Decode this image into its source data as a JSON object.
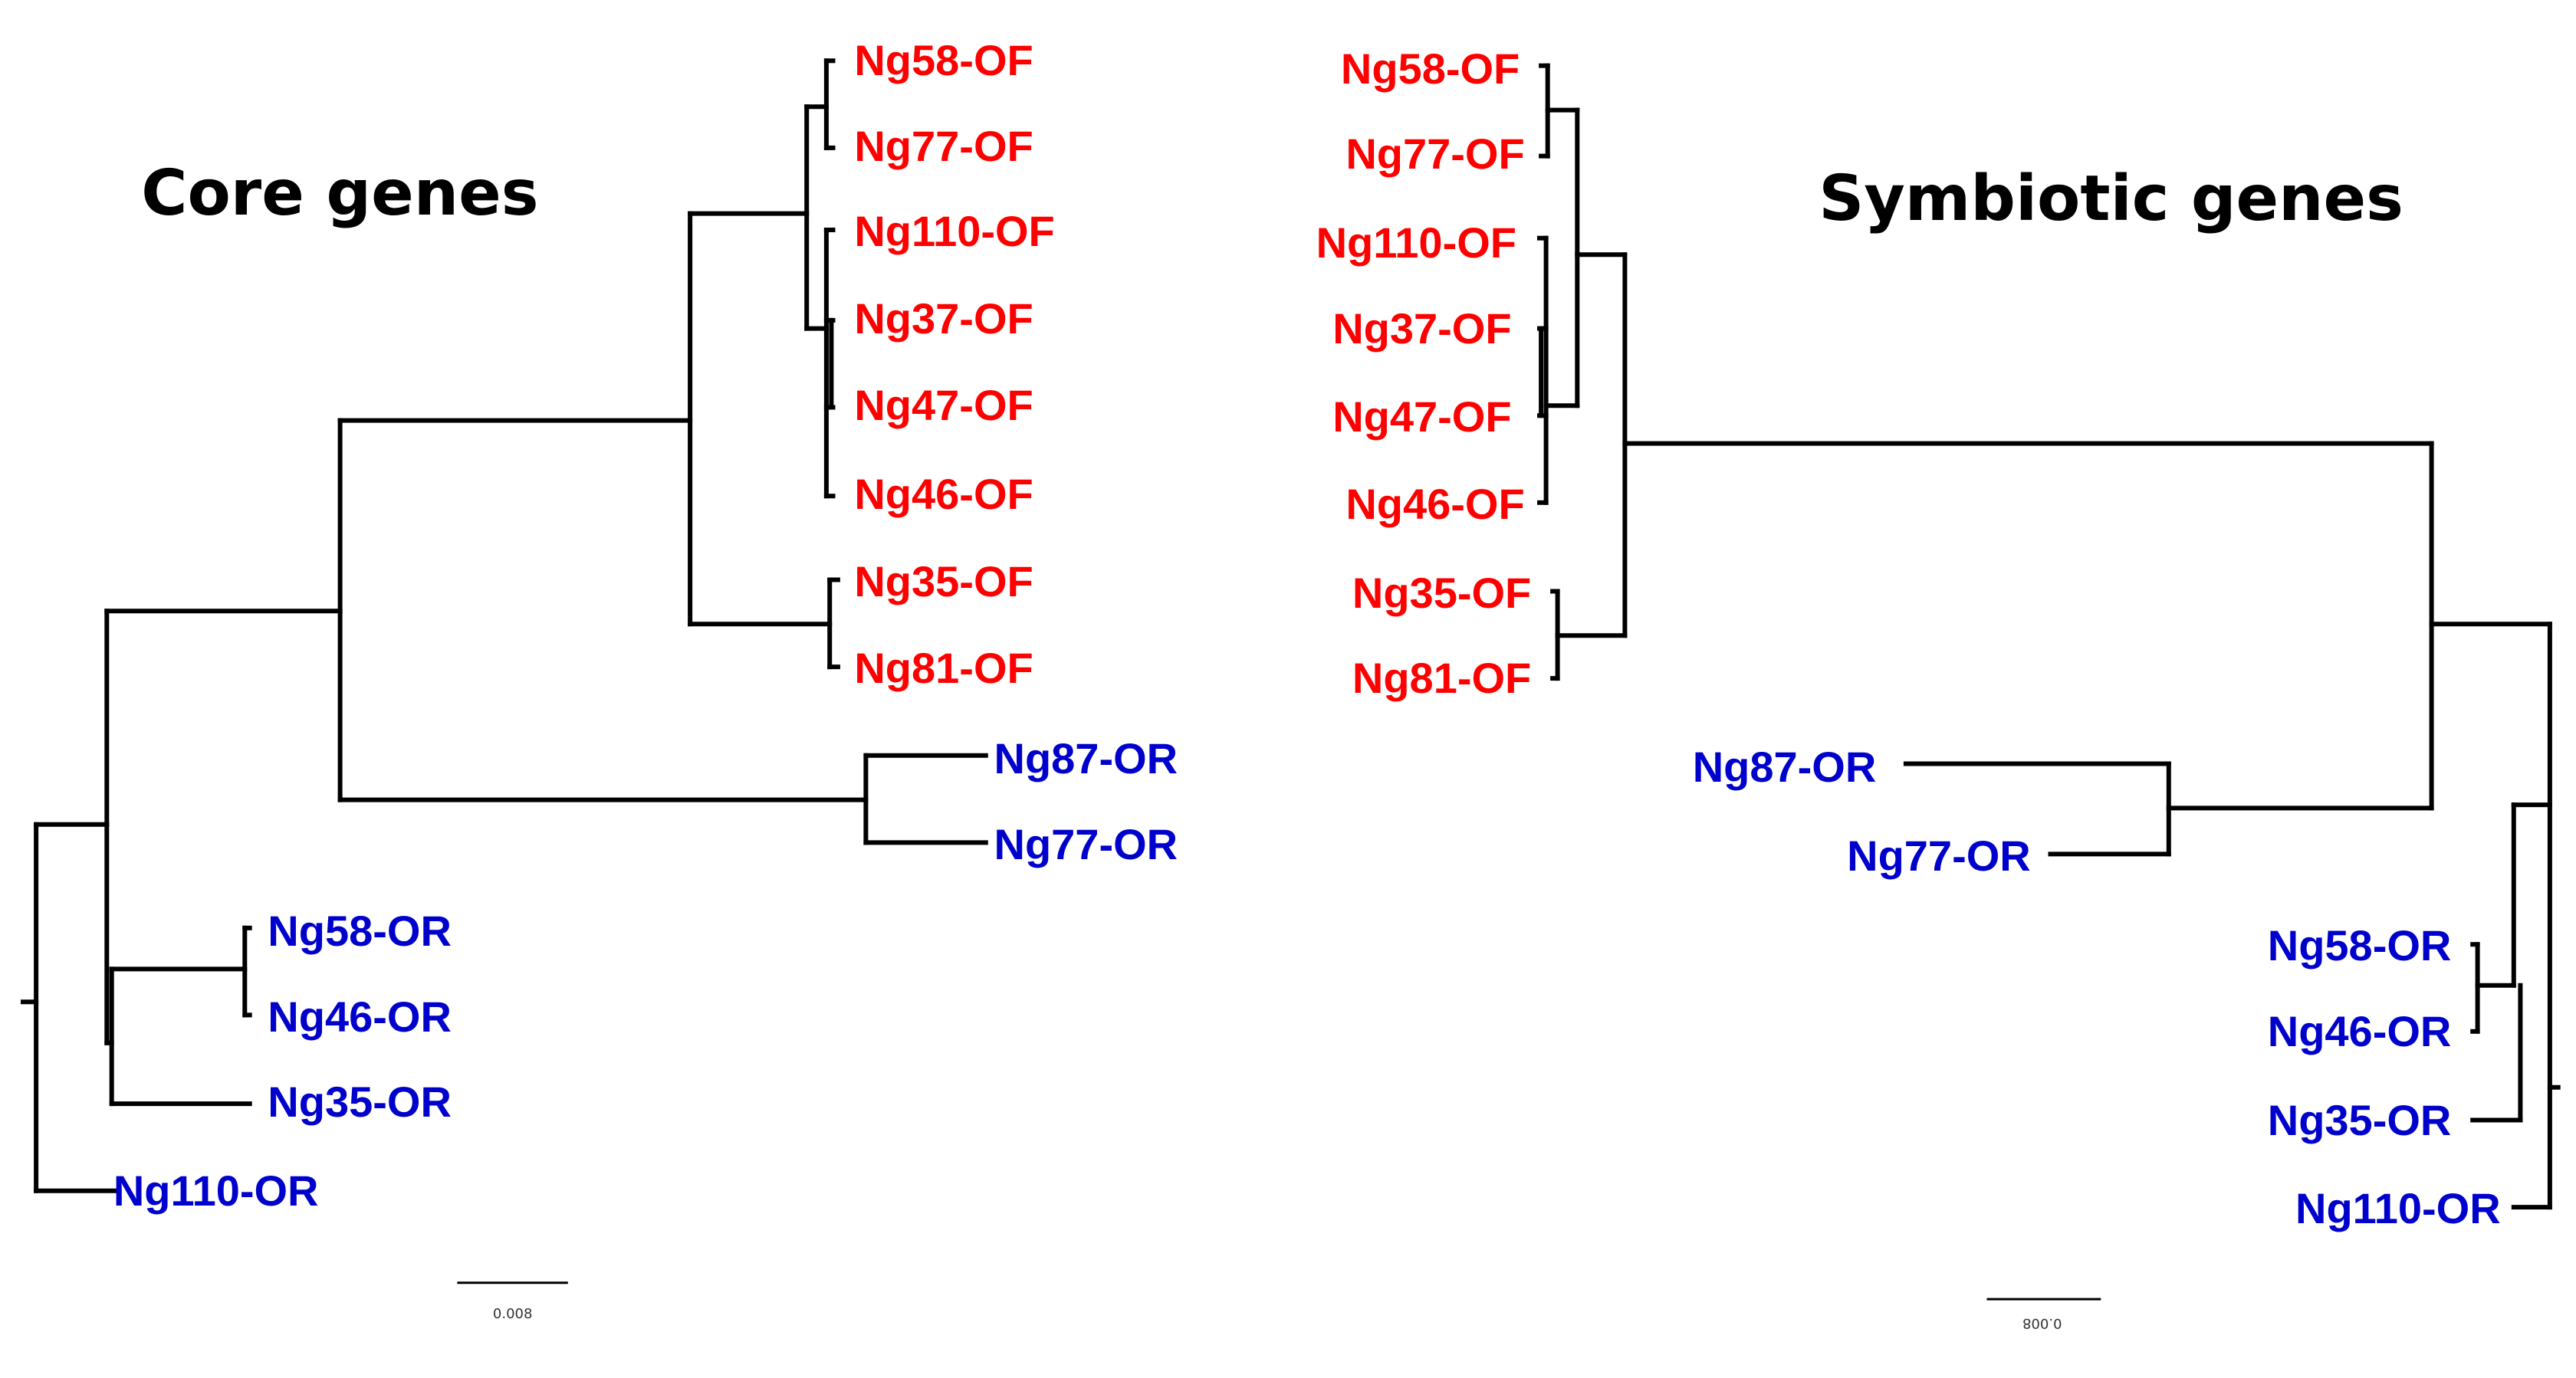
{
  "colors": {
    "OF": "#ff0000",
    "OR": "#0000cc",
    "branch": "#000000"
  },
  "trees": {
    "core": {
      "title": "Core genes",
      "scale_label": "0.008",
      "leaves": [
        {
          "id": "c-ng58-of",
          "label": "Ng58-OF",
          "group": "OF"
        },
        {
          "id": "c-ng77-of",
          "label": "Ng77-OF",
          "group": "OF"
        },
        {
          "id": "c-ng110-of",
          "label": "Ng110-OF",
          "group": "OF"
        },
        {
          "id": "c-ng37-of",
          "label": "Ng37-OF",
          "group": "OF"
        },
        {
          "id": "c-ng47-of",
          "label": "Ng47-OF",
          "group": "OF"
        },
        {
          "id": "c-ng46-of",
          "label": "Ng46-OF",
          "group": "OF"
        },
        {
          "id": "c-ng35-of",
          "label": "Ng35-OF",
          "group": "OF"
        },
        {
          "id": "c-ng81-of",
          "label": "Ng81-OF",
          "group": "OF"
        },
        {
          "id": "c-ng87-or",
          "label": "Ng87-OR",
          "group": "OR"
        },
        {
          "id": "c-ng77-or",
          "label": "Ng77-OR",
          "group": "OR"
        },
        {
          "id": "c-ng58-or",
          "label": "Ng58-OR",
          "group": "OR"
        },
        {
          "id": "c-ng46-or",
          "label": "Ng46-OR",
          "group": "OR"
        },
        {
          "id": "c-ng35-or",
          "label": "Ng35-OR",
          "group": "OR"
        },
        {
          "id": "c-ng110-or",
          "label": "Ng110-OR",
          "group": "OR"
        }
      ]
    },
    "symbiotic": {
      "title": "Symbiotic genes",
      "scale_label": "0.008",
      "leaves": [
        {
          "id": "s-ng58-of",
          "label": "Ng58-OF",
          "group": "OF"
        },
        {
          "id": "s-ng77-of",
          "label": "Ng77-OF",
          "group": "OF"
        },
        {
          "id": "s-ng110-of",
          "label": "Ng110-OF",
          "group": "OF"
        },
        {
          "id": "s-ng37-of",
          "label": "Ng37-OF",
          "group": "OF"
        },
        {
          "id": "s-ng47-of",
          "label": "Ng47-OF",
          "group": "OF"
        },
        {
          "id": "s-ng46-of",
          "label": "Ng46-OF",
          "group": "OF"
        },
        {
          "id": "s-ng35-of",
          "label": "Ng35-OF",
          "group": "OF"
        },
        {
          "id": "s-ng81-of",
          "label": "Ng81-OF",
          "group": "OF"
        },
        {
          "id": "s-ng87-or",
          "label": "Ng87-OR",
          "group": "OR"
        },
        {
          "id": "s-ng77-or",
          "label": "Ng77-OR",
          "group": "OR"
        },
        {
          "id": "s-ng58-or",
          "label": "Ng58-OR",
          "group": "OR"
        },
        {
          "id": "s-ng46-or",
          "label": "Ng46-OR",
          "group": "OR"
        },
        {
          "id": "s-ng35-or",
          "label": "Ng35-OR",
          "group": "OR"
        },
        {
          "id": "s-ng110-or",
          "label": "Ng110-OR",
          "group": "OR"
        }
      ]
    }
  }
}
